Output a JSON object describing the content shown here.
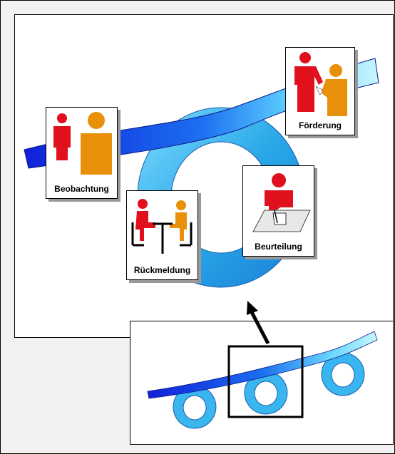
{
  "cards": {
    "beobachtung": "Beobachtung",
    "foerderung": "Förderung",
    "beurteilung": "Beurteilung",
    "rueckmeldung": "Rückmeldung"
  },
  "colors": {
    "dark_blue": "#1030e0",
    "light_cyan": "#aef0ff",
    "ring_blue": "#2aa8e8",
    "red": "#e0101c",
    "orange": "#e8900a",
    "frame_bg": "#f2f2f2"
  },
  "icons": [
    "observation-people-icon",
    "support-handshake-icon",
    "assessment-writing-icon",
    "feedback-conversation-icon",
    "arrow-up-icon"
  ]
}
